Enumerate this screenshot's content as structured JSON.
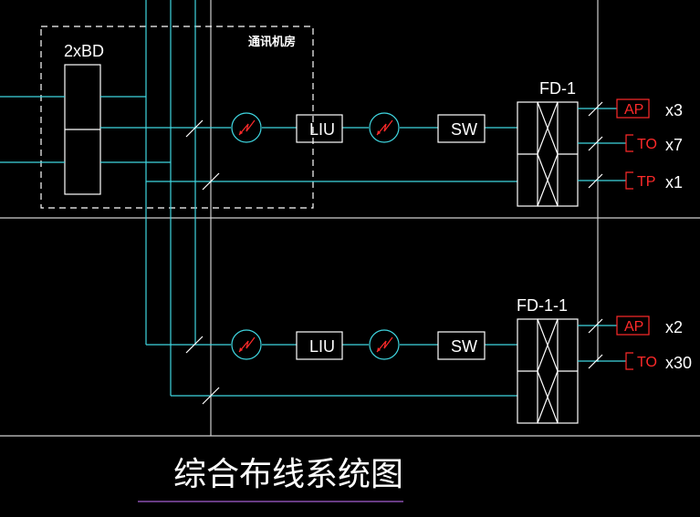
{
  "title": "综合布线系统图",
  "room_label": "通讯机房",
  "bd_label": "2xBD",
  "devices": {
    "liu": "LIU",
    "sw": "SW"
  },
  "floors": [
    {
      "name": "FD-1",
      "outlets": [
        {
          "type": "AP",
          "qty": "x3"
        },
        {
          "type": "TO",
          "qty": "x7"
        },
        {
          "type": "TP",
          "qty": "x1"
        }
      ]
    },
    {
      "name": "FD-1-1",
      "outlets": [
        {
          "type": "AP",
          "qty": "x2"
        },
        {
          "type": "TO",
          "qty": "x30"
        }
      ]
    }
  ],
  "colors": {
    "background": "#000000",
    "cable": "#3fd6e0",
    "equipment": "#ffffff",
    "outlet": "#ff2a2a",
    "title_underline": "#8a4fb0"
  }
}
